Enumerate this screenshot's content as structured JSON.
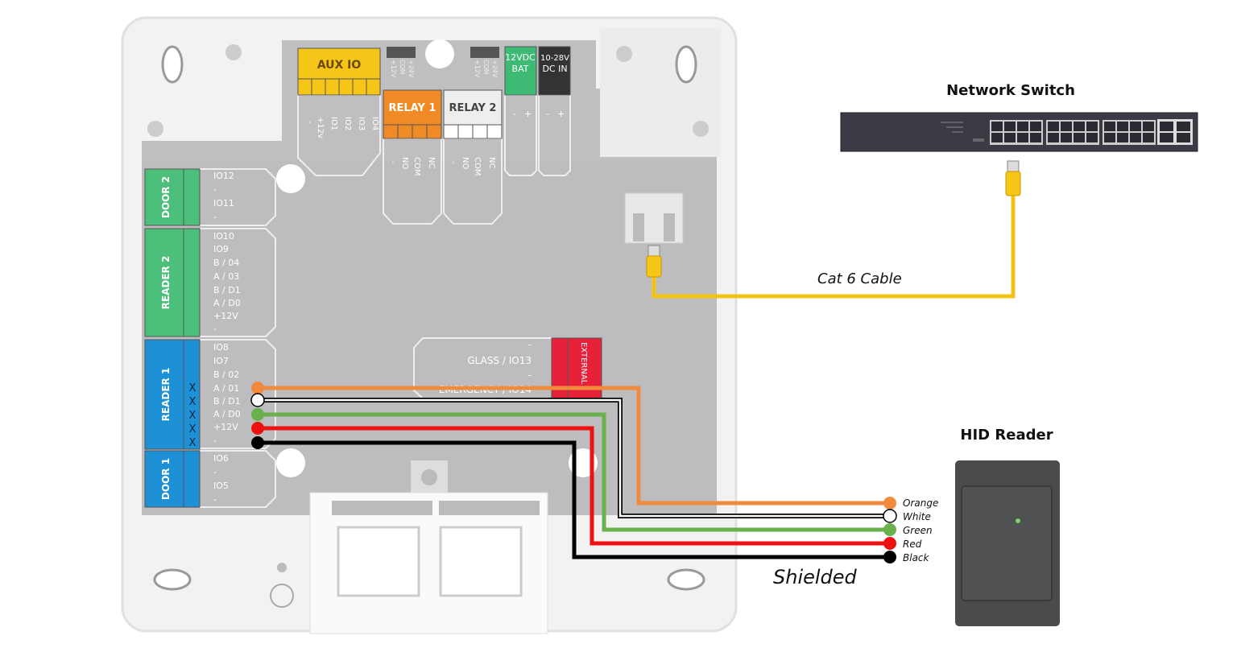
{
  "board": {
    "aux_io": {
      "label": "AUX IO",
      "pins": [
        "-",
        "+12v",
        "IO1",
        "IO2",
        "IO3",
        "IO4"
      ],
      "color": "#f5c518"
    },
    "relay1": {
      "label": "RELAY 1",
      "pins": [
        "-",
        "NO",
        "COM",
        "NC"
      ],
      "color": "#f08a24"
    },
    "relay2": {
      "label": "RELAY 2",
      "pins": [
        "-",
        "NO",
        "COM",
        "NC"
      ],
      "color": "#eeeeee"
    },
    "jumper_labels": [
      "+12V",
      "COM",
      "+24V"
    ],
    "bat": {
      "label_1": "12VDC",
      "label_2": "BAT",
      "pins": [
        "-",
        "+"
      ],
      "color": "#3dba73"
    },
    "dcin": {
      "label_1": "10-28V",
      "label_2": "DC IN",
      "pins": [
        "-",
        "+"
      ],
      "color": "#333333"
    },
    "door2": {
      "label": "DOOR 2",
      "pins": [
        "IO12",
        "-",
        "IO11",
        "-"
      ],
      "color": "#4cbf7a"
    },
    "reader2": {
      "label": "READER 2",
      "pins": [
        "IO10",
        "IO9",
        "B / 04",
        "A / 03",
        "B / D1",
        "A / D0",
        "+12V",
        "-"
      ],
      "color": "#4cbf7a"
    },
    "reader1": {
      "label": "READER 1",
      "pins": [
        "IO8",
        "IO7",
        "B / 02",
        "A / 01",
        "B / D1",
        "A / D0",
        "+12V",
        "-"
      ],
      "color": "#1e90d6",
      "marks": [
        "X",
        "X",
        "X",
        "X",
        "X"
      ]
    },
    "door1": {
      "label": "DOOR 1",
      "pins": [
        "IO6",
        "-",
        "IO5",
        "-"
      ],
      "color": "#1e90d6"
    },
    "external": {
      "label": "EXTERNAL",
      "pins": [
        "-",
        "GLASS / IO13",
        "-",
        "EMERGENCY / IO14"
      ],
      "color": "#e8213a"
    }
  },
  "network_switch": {
    "title": "Network Switch"
  },
  "cable": {
    "label": "Cat 6 Cable",
    "color": "#f5c518"
  },
  "hid_reader": {
    "title": "HID Reader"
  },
  "shield_label": "Shielded",
  "wires": [
    {
      "label": "Orange",
      "color": "#f08a3c"
    },
    {
      "label": "White",
      "color": "#ffffff"
    },
    {
      "label": "Green",
      "color": "#6ab04c"
    },
    {
      "label": "Red",
      "color": "#ee1111"
    },
    {
      "label": "Black",
      "color": "#000000"
    }
  ]
}
